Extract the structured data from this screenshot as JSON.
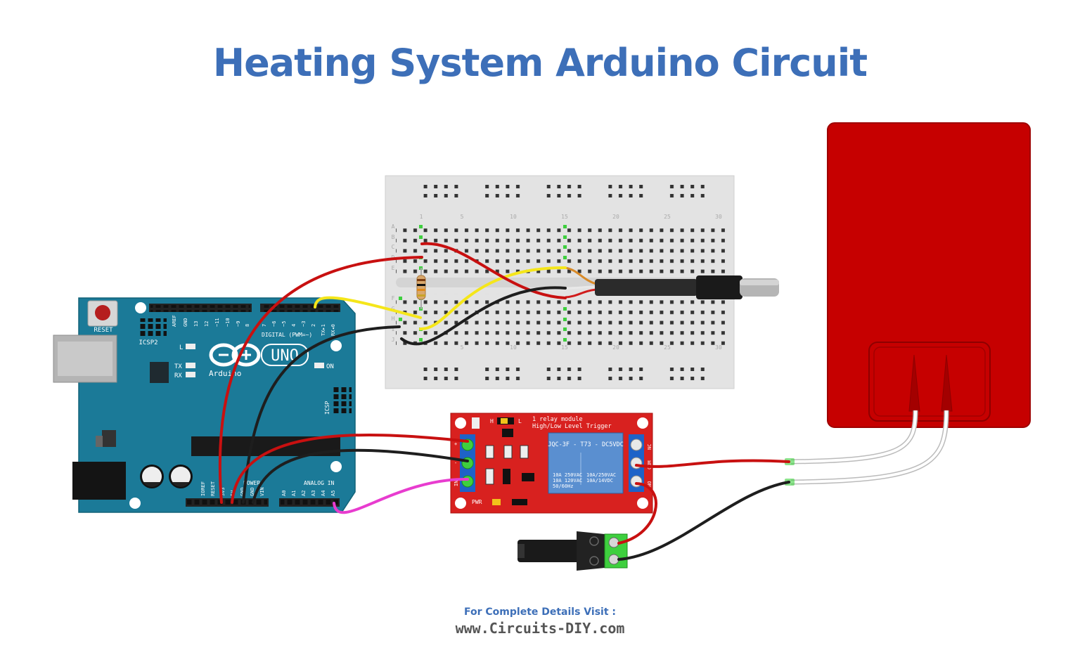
{
  "title": "Heating System Arduino Circuit",
  "footer": {
    "line1": "For Complete Details Visit :",
    "line2": "www.Circuits-DIY.com"
  },
  "arduino": {
    "reset_label": "RESET",
    "icsp2_label": "ICSP2",
    "icsp_label": "ICSP",
    "l_label": "L",
    "tx_label": "TX",
    "rx_label": "RX",
    "on_label": "ON",
    "uno_label": "UNO",
    "brand_label": "Arduino",
    "digital_label": "DIGITAL (PWM=~)",
    "power_label": "POWER",
    "analog_label": "ANALOG IN",
    "header_top": [
      "AREF",
      "GND",
      "13",
      "12",
      "~11",
      "~10",
      "~9",
      "8",
      "7",
      "~6",
      "~5",
      "4",
      "~3",
      "2",
      "TX▸1",
      "RX◂0"
    ],
    "header_power": [
      "IOREF",
      "RESET",
      "3V3",
      "5V",
      "GND",
      "GND",
      "VIN"
    ],
    "header_analog": [
      "A0",
      "A1",
      "A2",
      "A3",
      "A4",
      "A5"
    ]
  },
  "breadboard": {
    "column_numbers": [
      "1",
      "5",
      "10",
      "15",
      "20",
      "25",
      "30"
    ],
    "row_letters": [
      "A",
      "B",
      "C",
      "D",
      "E",
      "F",
      "G",
      "H",
      "I",
      "J"
    ]
  },
  "relay": {
    "title_line1": "1 relay module",
    "title_line2": "High/Low Level Trigger",
    "h_label": "H",
    "l_label": "L",
    "pwr_label": "PWR",
    "relay_model": "JQC-3F - T73 - DC5VDC",
    "rating_left": [
      "10A 250VAC",
      "10A 120VAC",
      "50/60Hz"
    ],
    "rating_right": [
      "10A/250VAC",
      "10A/14VDC"
    ],
    "pin_labels": [
      "+",
      "-",
      "IN"
    ],
    "contact_labels": [
      "NC",
      "COM",
      "NO"
    ]
  },
  "colors": {
    "title": "#3d6fb8",
    "arduino_board": "#1b7a98",
    "relay_board": "#d8211f",
    "heater": "#c80000",
    "wire_red": "#c81010",
    "wire_black": "#1e1e1e",
    "wire_yellow": "#f5e61a",
    "wire_magenta": "#e83ccf"
  }
}
